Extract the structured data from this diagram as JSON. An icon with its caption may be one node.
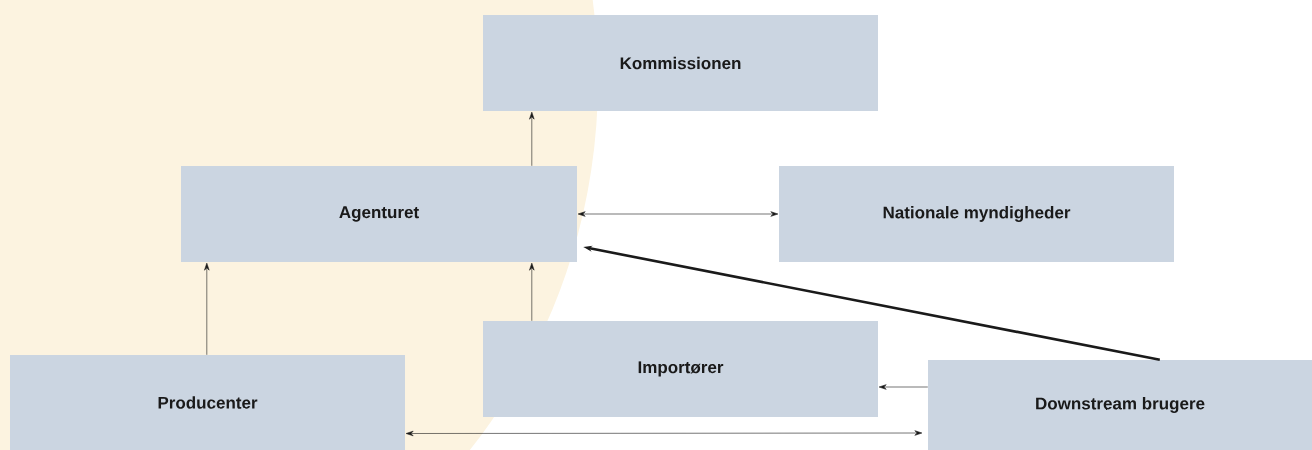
{
  "diagram": {
    "nodes": [
      {
        "text": [
          "Kommissionen"
        ]
      },
      {
        "text": [
          "Agenturet"
        ]
      },
      {
        "text": [
          "Nationale myndigheder"
        ]
      },
      {
        "text": [
          "Importører"
        ]
      },
      {
        "text": [
          "Producenter"
        ]
      },
      {
        "text": [
          "Downstream brugere"
        ]
      }
    ],
    "edges": [
      {
        "from": 1,
        "to": 0,
        "arrow": "to"
      },
      {
        "from": 1,
        "to": 2,
        "arrow": "both"
      },
      {
        "from": 4,
        "to": 1,
        "arrow": "to"
      },
      {
        "from": 3,
        "to": 1,
        "arrow": "to"
      },
      {
        "from": 5,
        "to": 1,
        "arrow": "to",
        "style": "thick"
      },
      {
        "from": 5,
        "to": 3,
        "arrow": "to"
      },
      {
        "from": 4,
        "to": 5,
        "arrow": "both"
      }
    ]
  }
}
